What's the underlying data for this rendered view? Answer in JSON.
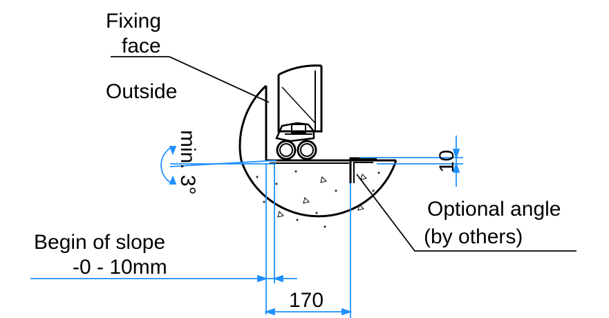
{
  "labels": {
    "fixing_face_line1": "Fixing",
    "fixing_face_line2": "face",
    "outside": "Outside",
    "min_angle": "min. 3°",
    "dimension_height": "10",
    "optional_angle_line1": "Optional angle",
    "optional_angle_line2": "(by others)",
    "begin_slope_line1": "Begin of slope",
    "begin_slope_line2": "-0 - 10mm",
    "dimension_width": "170"
  },
  "colors": {
    "linework": "#000000",
    "dimension": "#1e90ff",
    "background": "#ffffff"
  }
}
